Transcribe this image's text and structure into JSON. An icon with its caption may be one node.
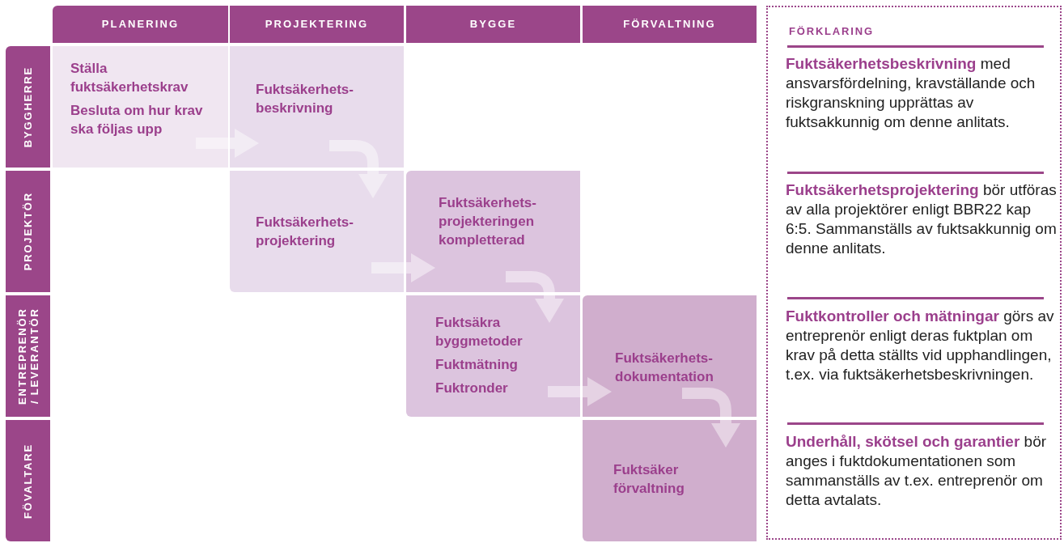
{
  "diagram": {
    "nodes": [
      {
        "text": [
          "PLANERING"
        ]
      },
      {
        "text": [
          "PROJEKTERING"
        ]
      },
      {
        "text": [
          "BYGGE"
        ]
      },
      {
        "text": [
          "FÖRVALTNING"
        ]
      },
      {
        "text": [
          "BYGGHERRE"
        ]
      },
      {
        "text": [
          "Ställa fuktsäkerhetskrav",
          "Besluta om hur krav ska följas upp"
        ]
      },
      {
        "text": [
          "Fuktsäkerhets- beskrivning"
        ]
      },
      {
        "text": [
          "PROJEKTÖR"
        ]
      },
      {
        "text": [
          "Fuktsäkerhets- projektering"
        ]
      },
      {
        "text": [
          "Fuktsäkerhets- projekteringen kompletterad"
        ]
      },
      {
        "text": [
          "ENTREPRENÖR / LEVERANTÖR"
        ]
      },
      {
        "text": [
          "Fuktsäkra byggmetoder",
          "Fuktmätning",
          "Fuktronder"
        ]
      },
      {
        "text": [
          "Fuktsäkerhets- dokumentation"
        ]
      },
      {
        "text": [
          "FÖVALTARE"
        ]
      },
      {
        "text": [
          "Fuktsäker förvaltning"
        ]
      },
      {
        "text": [
          "FÖRKLARING",
          "**Fuktsäkerhetsbeskrivning** med ansvarsfördelning, kravställande och riskgranskning upprättas av fuktsakkunnig om denne anlitats.",
          "**Fuktsäkerhetsprojektering** bör utföras av alla projektörer enligt BBR22 kap 6:5. Sammanställs av fuktsakkunnig om denne anlitats.",
          "**Fuktkontroller och mätningar** görs av entreprenör enligt deras fuktplan om krav på detta ställts vid upphandlingen, t.ex. via fuktsäkerhetsbeskrivningen.",
          "**Underhåll, skötsel och garantier** bör anges i fuktdokumentationen som sammanställs av t.ex. entreprenör om detta avtalats."
        ]
      }
    ],
    "edges": [
      {
        "from": 5,
        "to": 6,
        "arrow": "to"
      },
      {
        "from": 6,
        "to": 8,
        "arrow": "to"
      },
      {
        "from": 8,
        "to": 9,
        "arrow": "to"
      },
      {
        "from": 9,
        "to": 11,
        "arrow": "to"
      },
      {
        "from": 11,
        "to": 12,
        "arrow": "to"
      },
      {
        "from": 12,
        "to": 14,
        "arrow": "to"
      }
    ]
  }
}
